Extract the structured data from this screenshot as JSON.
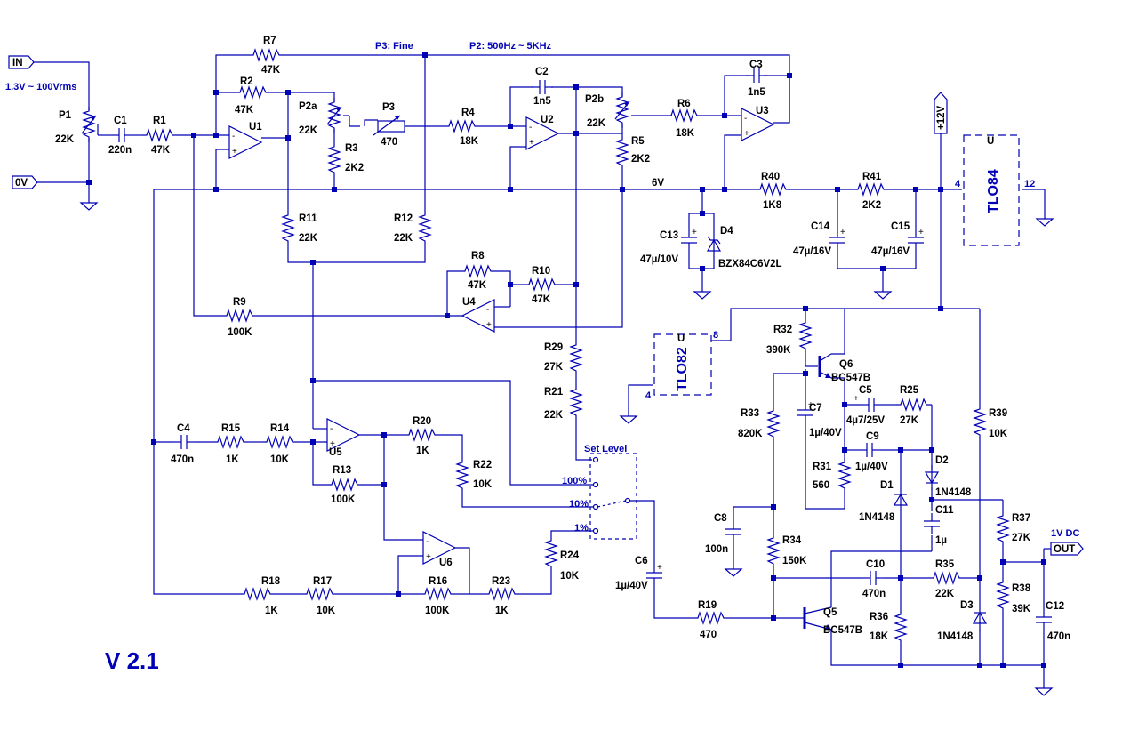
{
  "labels": {
    "in": "IN",
    "zero_v": "0V",
    "plus12v": "+12V",
    "out": "OUT",
    "input_range": "1.3V ~ 100Vrms",
    "p3_fine": "P3: Fine",
    "p2_range": "P2: 500Hz ~ 5KHz",
    "rail_6v": "6V",
    "set_level": "Set Level",
    "sw_100": "100%",
    "sw_10": "10%",
    "sw_1": "1%",
    "out_dc": "1V DC",
    "version": "V 2.1"
  },
  "ics": {
    "tlo84": {
      "name": "TLO84",
      "unit": "U",
      "pin_left": "4",
      "pin_right": "12"
    },
    "tlo82": {
      "name": "TLO82",
      "unit": "U",
      "pin_top": "8",
      "pin_bottom": "4"
    }
  },
  "opamps": [
    "U1",
    "U2",
    "U3",
    "U4",
    "U5",
    "U6"
  ],
  "components": [
    {
      "ref": "P1",
      "value": "22K"
    },
    {
      "ref": "C1",
      "value": "220n"
    },
    {
      "ref": "R1",
      "value": "47K"
    },
    {
      "ref": "R7",
      "value": "47K"
    },
    {
      "ref": "R2",
      "value": "47K"
    },
    {
      "ref": "P2a",
      "value": "22K"
    },
    {
      "ref": "R3",
      "value": "2K2"
    },
    {
      "ref": "P3",
      "value": "470"
    },
    {
      "ref": "R4",
      "value": "18K"
    },
    {
      "ref": "C2",
      "value": "1n5"
    },
    {
      "ref": "P2b",
      "value": "22K"
    },
    {
      "ref": "R5",
      "value": "2K2"
    },
    {
      "ref": "R6",
      "value": "18K"
    },
    {
      "ref": "C3",
      "value": "1n5"
    },
    {
      "ref": "R11",
      "value": "22K"
    },
    {
      "ref": "R12",
      "value": "22K"
    },
    {
      "ref": "R8",
      "value": "47K"
    },
    {
      "ref": "R10",
      "value": "47K"
    },
    {
      "ref": "R9",
      "value": "100K"
    },
    {
      "ref": "R40",
      "value": "1K8"
    },
    {
      "ref": "R41",
      "value": "2K2"
    },
    {
      "ref": "C13",
      "value": "47µ/10V"
    },
    {
      "ref": "D4",
      "value": "BZX84C6V2L"
    },
    {
      "ref": "C14",
      "value": "47µ/16V"
    },
    {
      "ref": "C15",
      "value": "47µ/16V"
    },
    {
      "ref": "R29",
      "value": "27K"
    },
    {
      "ref": "R21",
      "value": "22K"
    },
    {
      "ref": "C4",
      "value": "470n"
    },
    {
      "ref": "R15",
      "value": "1K"
    },
    {
      "ref": "R14",
      "value": "10K"
    },
    {
      "ref": "R20",
      "value": "1K"
    },
    {
      "ref": "R22",
      "value": "10K"
    },
    {
      "ref": "R13",
      "value": "100K"
    },
    {
      "ref": "R24",
      "value": "10K"
    },
    {
      "ref": "R18",
      "value": "1K"
    },
    {
      "ref": "R17",
      "value": "10K"
    },
    {
      "ref": "R16",
      "value": "100K"
    },
    {
      "ref": "R23",
      "value": "1K"
    },
    {
      "ref": "C6",
      "value": "1µ/40V"
    },
    {
      "ref": "R19",
      "value": "470"
    },
    {
      "ref": "R32",
      "value": "390K"
    },
    {
      "ref": "Q6",
      "value": "BC547B"
    },
    {
      "ref": "R33",
      "value": "820K"
    },
    {
      "ref": "C7",
      "value": "1µ/40V"
    },
    {
      "ref": "C5",
      "value": "4µ7/25V"
    },
    {
      "ref": "R25",
      "value": "27K"
    },
    {
      "ref": "C9",
      "value": "1µ/40V"
    },
    {
      "ref": "R31",
      "value": "560"
    },
    {
      "ref": "D1",
      "value": "1N4148"
    },
    {
      "ref": "D2",
      "value": "1N4148"
    },
    {
      "ref": "C11",
      "value": "1µ"
    },
    {
      "ref": "C8",
      "value": "100n"
    },
    {
      "ref": "R34",
      "value": "150K"
    },
    {
      "ref": "C10",
      "value": "470n"
    },
    {
      "ref": "R35",
      "value": "22K"
    },
    {
      "ref": "Q5",
      "value": "BC547B"
    },
    {
      "ref": "R36",
      "value": "18K"
    },
    {
      "ref": "R39",
      "value": "10K"
    },
    {
      "ref": "R37",
      "value": "27K"
    },
    {
      "ref": "R38",
      "value": "39K"
    },
    {
      "ref": "D3",
      "value": "1N4148"
    },
    {
      "ref": "C12",
      "value": "470n"
    }
  ]
}
